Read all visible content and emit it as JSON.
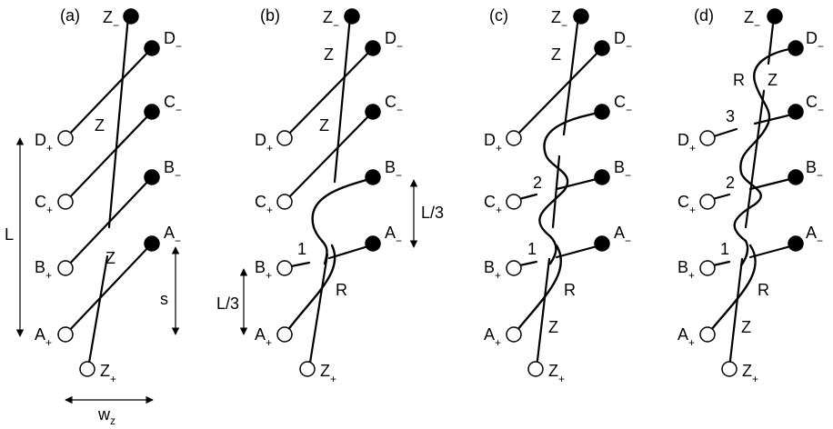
{
  "panels": [
    {
      "tag": "(a)"
    },
    {
      "tag": "(b)"
    },
    {
      "tag": "(c)"
    },
    {
      "tag": "(d)"
    }
  ],
  "node_letters": {
    "Z": "Z",
    "D": "D",
    "C": "C",
    "B": "B",
    "A": "A"
  },
  "signs": {
    "minus": "−",
    "plus": "+"
  },
  "rod_label": "Z",
  "crossing_labels": {
    "one": "1",
    "two": "2",
    "three": "3"
  },
  "strand_label": "R",
  "dimensions": {
    "L": "L",
    "s": "s",
    "L_third": "L/3",
    "w": "w",
    "w_sub": "z"
  },
  "colors": {
    "filled_node": "#000000",
    "open_node": "#ffffff",
    "line": "#000000"
  }
}
